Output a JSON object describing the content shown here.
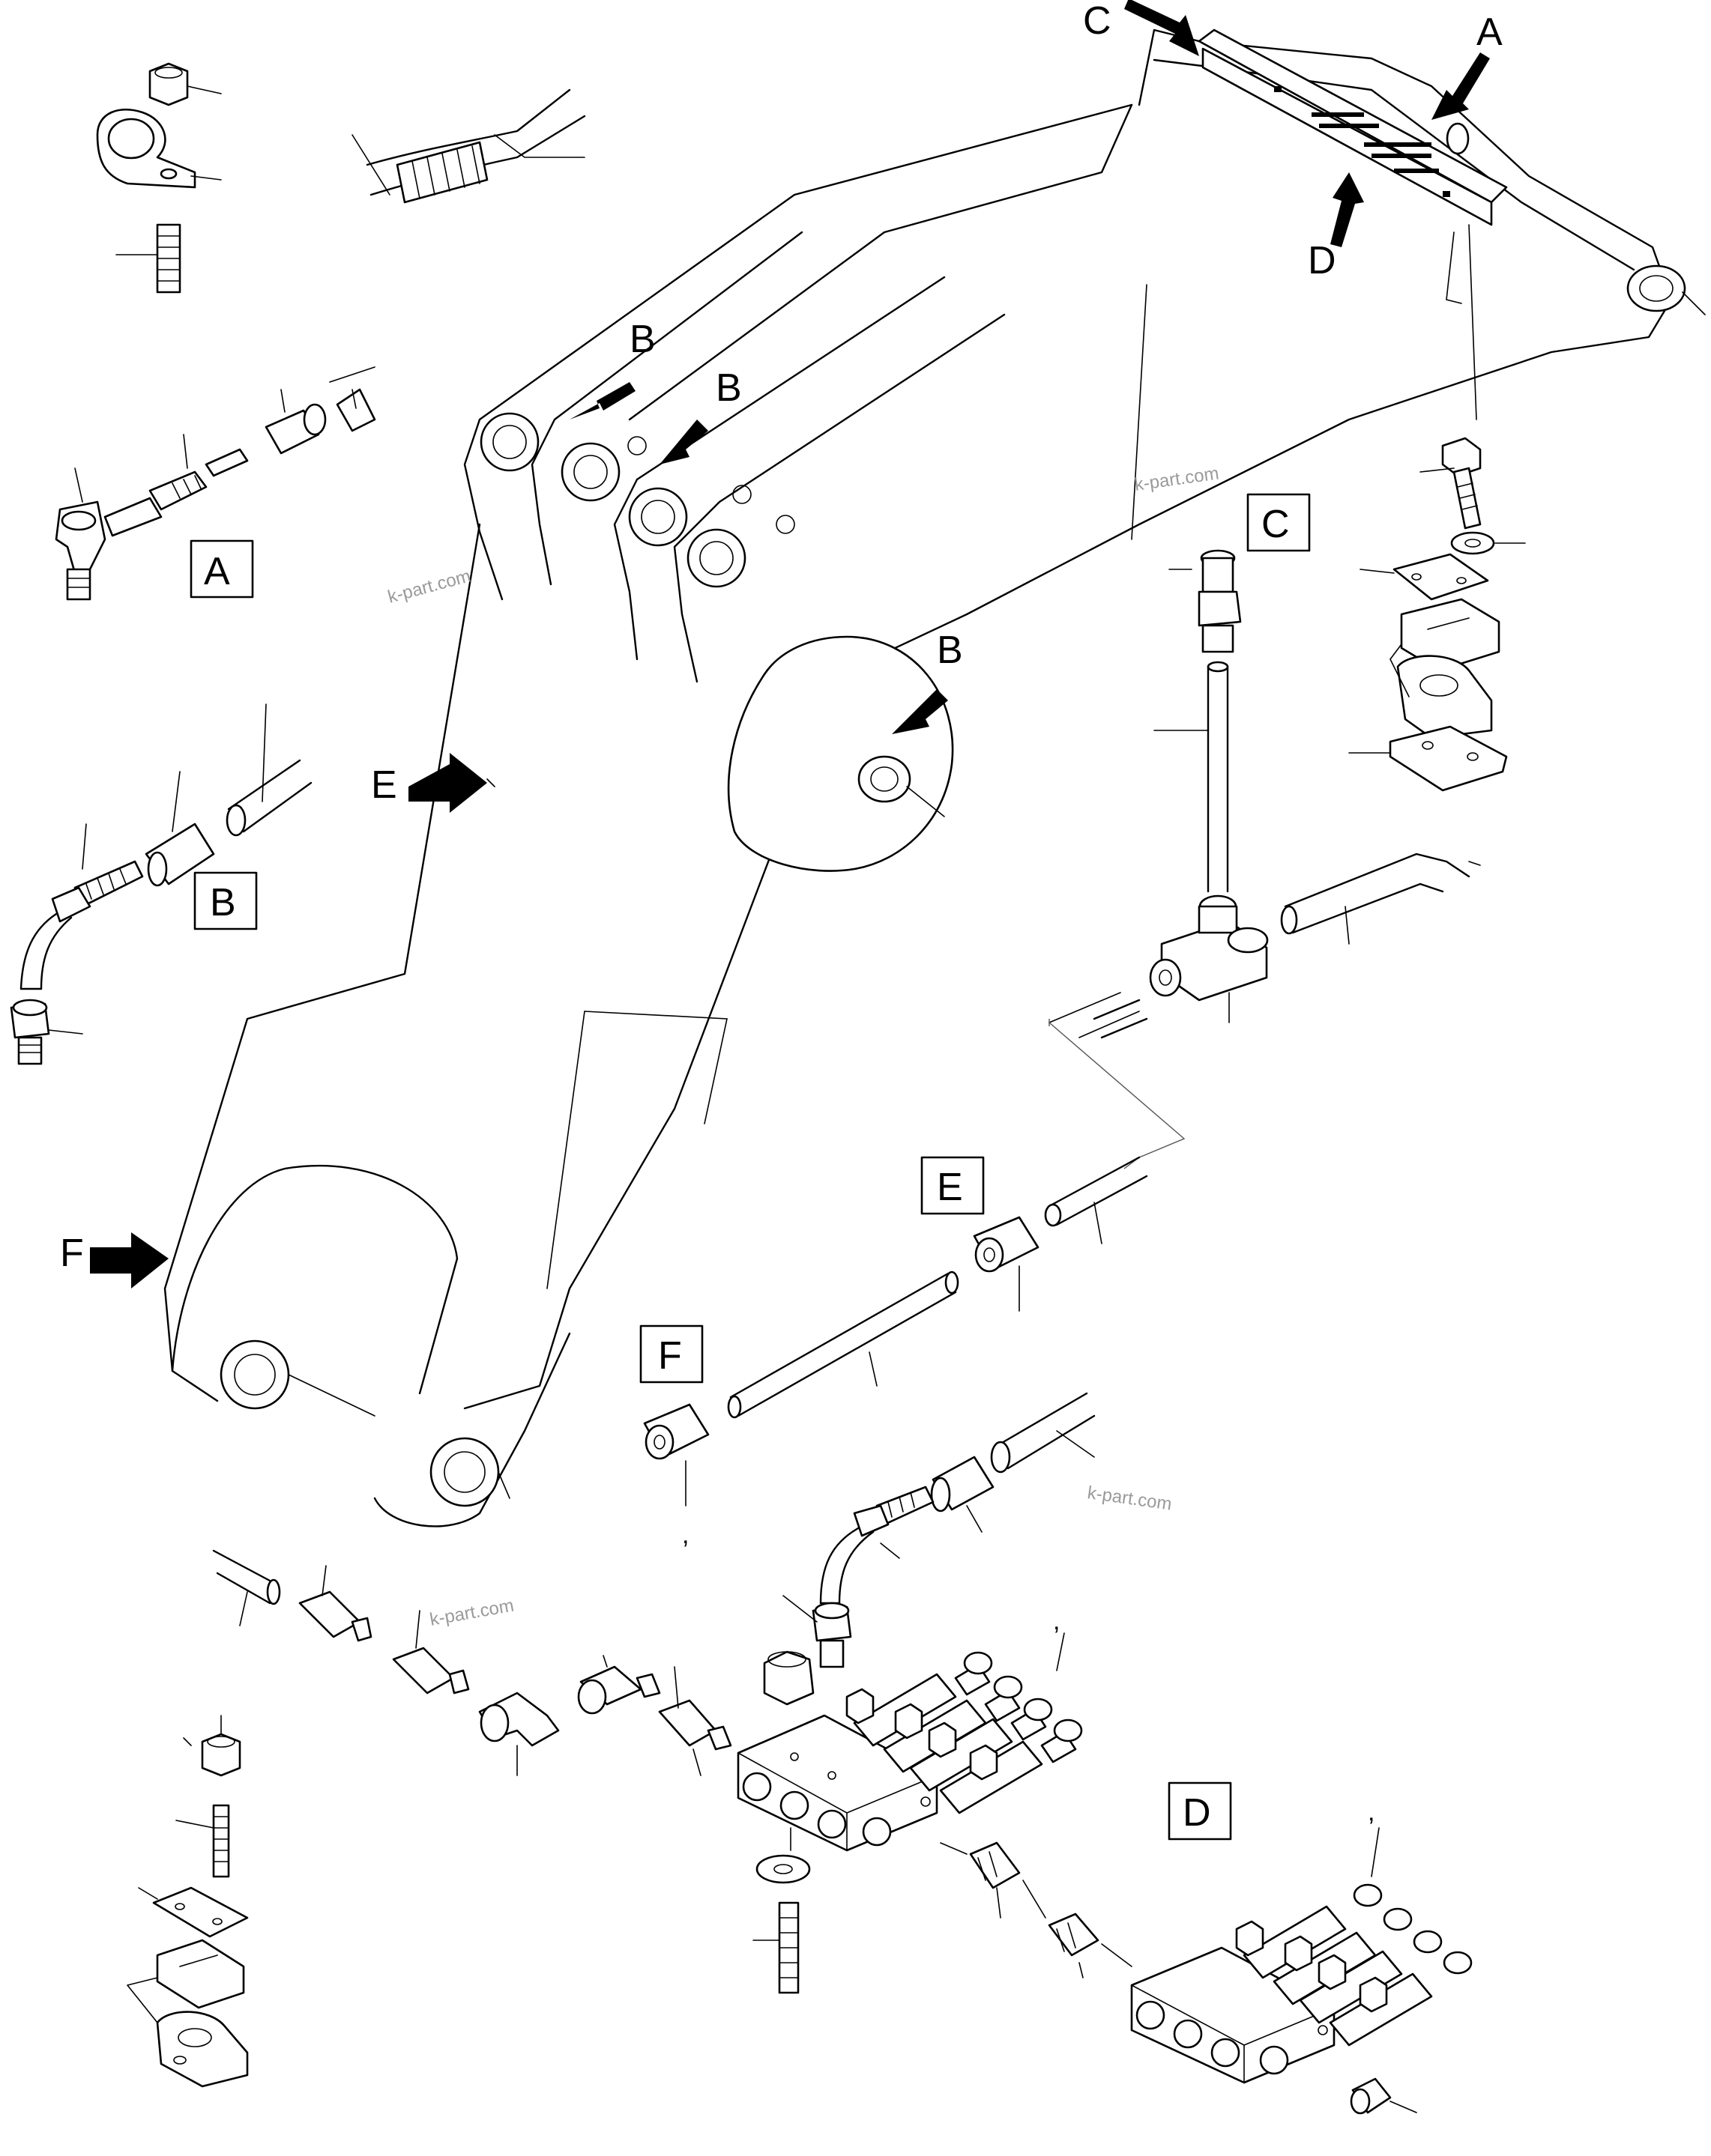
{
  "callouts": {
    "top_C": "C",
    "top_A": "A",
    "top_D": "D",
    "b1": "B",
    "b2": "B",
    "b3": "B",
    "e": "E",
    "f": "F"
  },
  "detail_labels": {
    "a": "A",
    "b": "B",
    "c": "C",
    "d": "D",
    "e": "E",
    "f": "F"
  },
  "watermark": "k-part.com",
  "marks": {
    "m1": ",",
    "m2": ",",
    "m3": ","
  }
}
